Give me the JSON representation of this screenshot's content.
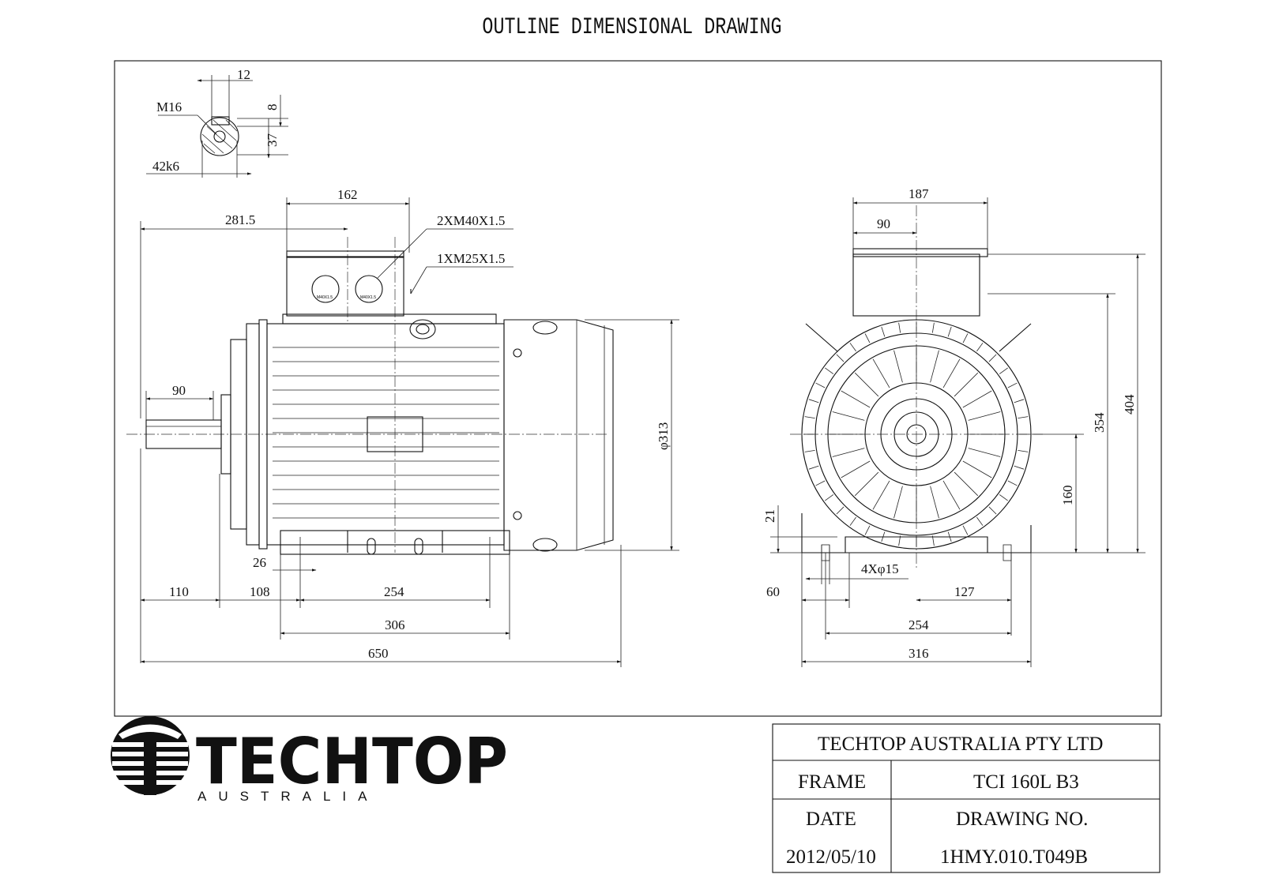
{
  "title": "OUTLINE DIMENSIONAL DRAWING",
  "shaft_detail": {
    "thread": "M16",
    "key_width": "12",
    "key_depth": "8",
    "key_height": "37",
    "diameter": "42k6"
  },
  "side_view": {
    "terminal_box_width": "162",
    "terminal_box_offset": "281.5",
    "gland_large": "2XM40X1.5",
    "gland_small": "1XM25X1.5",
    "gland_label_a": "M40X1.5",
    "gland_label_b": "M40X1.5",
    "shaft_length": "90",
    "body_diameter": "φ313",
    "foot_offset": "26",
    "shaft_extension": "110",
    "shaft_to_foot": "108",
    "foot_hole_spacing": "254",
    "foot_length": "306",
    "overall_length": "650"
  },
  "end_view": {
    "box_width": "187",
    "box_offset": "90",
    "overall_height": "404",
    "box_height": "354",
    "shaft_height": "160",
    "foot_thickness": "21",
    "foot_holes": "4Xφ15",
    "foot_edge": "60",
    "half_spacing": "127",
    "hole_spacing": "254",
    "overall_width": "316"
  },
  "logo": {
    "brand": "TECHTOP",
    "sub": "AUSTRALIA"
  },
  "title_block": {
    "company": "TECHTOP AUSTRALIA PTY LTD",
    "frame_label": "FRAME",
    "frame_value": "TCI 160L B3",
    "date_label": "DATE",
    "drawing_no_label": "DRAWING NO.",
    "date_value": "2012/05/10",
    "drawing_no_value": "1HMY.010.T049B"
  }
}
